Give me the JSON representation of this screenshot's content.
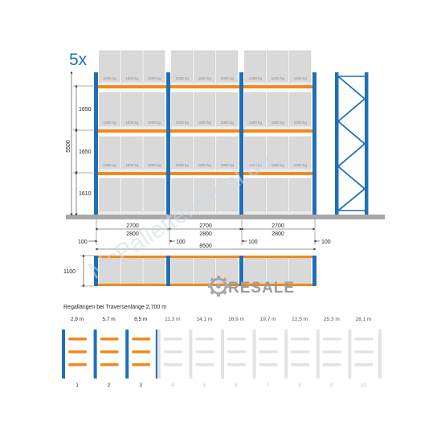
{
  "quantity_label": "5x",
  "watermark_text": "McPallettenregal.de",
  "brand_text": "RESALE",
  "rack": {
    "height_label": "5500",
    "level_heights": [
      "1650",
      "1650",
      "1610"
    ],
    "bays": [
      {
        "inner": "2700",
        "outer": "2800"
      },
      {
        "inner": "2700",
        "outer": "2800"
      },
      {
        "inner": "2700",
        "outer": "2800"
      }
    ],
    "load_label": "1000 kg",
    "clearance_labels": [
      "100",
      "100",
      "100",
      "100"
    ],
    "total_length_label": "8500",
    "depth_label": "1100"
  },
  "lengths": {
    "title": "Regallängen bei Traversenlänge 2,700 m",
    "active_count": 3,
    "items": [
      {
        "num": "1",
        "length": "2,9 m"
      },
      {
        "num": "2",
        "length": "5,7 m"
      },
      {
        "num": "3",
        "length": "8,5 m"
      },
      {
        "num": "4",
        "length": "11,3 m"
      },
      {
        "num": "5",
        "length": "14,1 m"
      },
      {
        "num": "6",
        "length": "16,9 m"
      },
      {
        "num": "7",
        "length": "19,7 m"
      },
      {
        "num": "8",
        "length": "22,5 m"
      },
      {
        "num": "9",
        "length": "25,3 m"
      },
      {
        "num": "10",
        "length": "28,1 m"
      }
    ]
  },
  "colors": {
    "upright": "#1f6fb8",
    "beam": "#f08a1c",
    "pallet": "#d9d9d9",
    "pallet_edge": "#c2c2c2",
    "floor": "#a8a8a8",
    "inactive": "#e2e2e2"
  }
}
